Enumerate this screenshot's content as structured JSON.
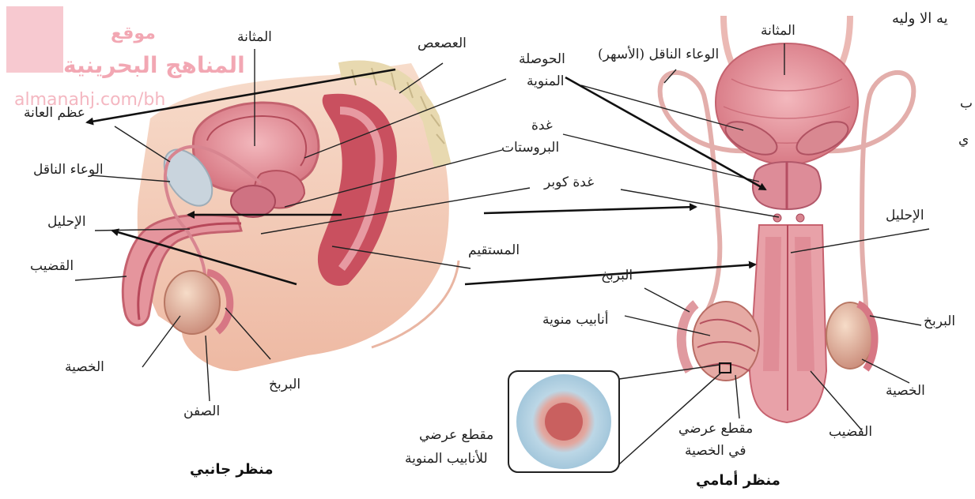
{
  "watermark": {
    "site_word": "موقع",
    "site_name": "المناهج البحرينية",
    "url": "almanahj.com/bh"
  },
  "corner_text": {
    "top_right": "يه الا وليه",
    "right_a": "ب",
    "right_b": "ي"
  },
  "side_view": {
    "title": "منظر جانبي",
    "labels": {
      "bladder": "المثانة",
      "coccyx": "العصعص",
      "pubic_bone": "عظم العانة",
      "vas_deferens": "الوعاء الناقل",
      "urethra": "الإحليل",
      "penis": "القضيب",
      "testis": "الخصية",
      "scrotum": "الصفن",
      "epididymis": "البربخ",
      "rectum": "المستقيم"
    }
  },
  "middle_labels": {
    "seminal_vesicle_line1": "الحوصلة",
    "seminal_vesicle_line2": "المنوية",
    "prostate_line1": "غدة",
    "prostate_line2": "البروستات",
    "cowper": "غدة كوبر"
  },
  "front_view": {
    "title": "منظر أمامي",
    "labels": {
      "bladder": "المثانة",
      "vas_deferens": "الوعاء الناقل (الأسهر)",
      "urethra": "الإحليل",
      "epididymis_left": "البربخ",
      "seminiferous_tubules": "أنابيب منوية",
      "epididymis_right": "البربخ",
      "testis": "الخصية",
      "penis": "القضيب",
      "testis_section_line1": "مقطع عرضي",
      "testis_section_line2": "في الخصية",
      "tubule_section_line1": "مقطع عرضي",
      "tubule_section_line2": "للأنابيب المنوية"
    }
  },
  "colors": {
    "tissue_pink": "#e8a3a8",
    "tissue_dark": "#b94b5b",
    "skin": "#f3cdb8",
    "bone": "#c7d3dc",
    "line": "#222222",
    "watermark": "#f2a7b3"
  }
}
